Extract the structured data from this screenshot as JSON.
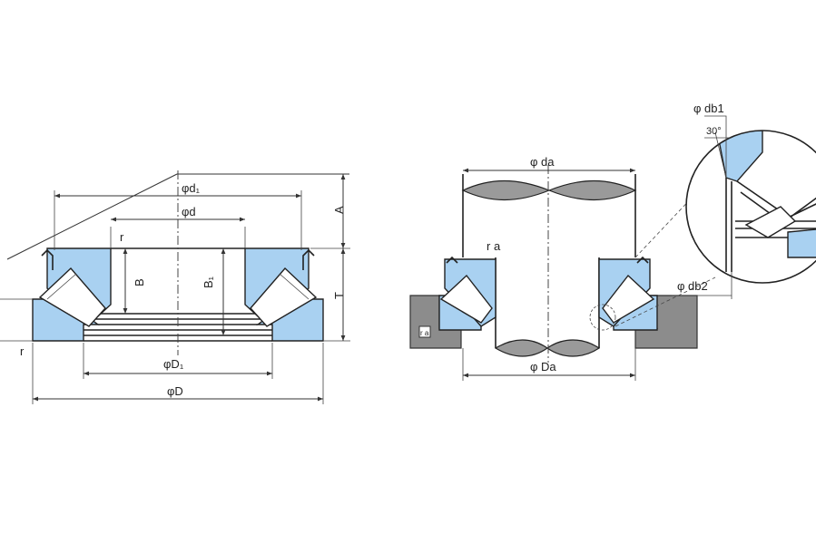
{
  "colors": {
    "ring_fill": "#a9d1f1",
    "housing_fill": "#8c8c8c",
    "shaft_shade": "#9a9a9a",
    "line": "#222222"
  },
  "left_view": {
    "labels": {
      "d1": "φd₁",
      "d": "φd",
      "r_top": "r",
      "A": "A",
      "T": "T",
      "B": "B",
      "B1": "B₁",
      "r_left": "r",
      "D1": "φD₁",
      "D": "φD"
    }
  },
  "right_view": {
    "labels": {
      "da": "φ da",
      "ra": "r a",
      "ra_small": "r a",
      "Da": "φ Da",
      "db1": "φ db1",
      "angle": "30°",
      "db2": "φ db2"
    }
  }
}
